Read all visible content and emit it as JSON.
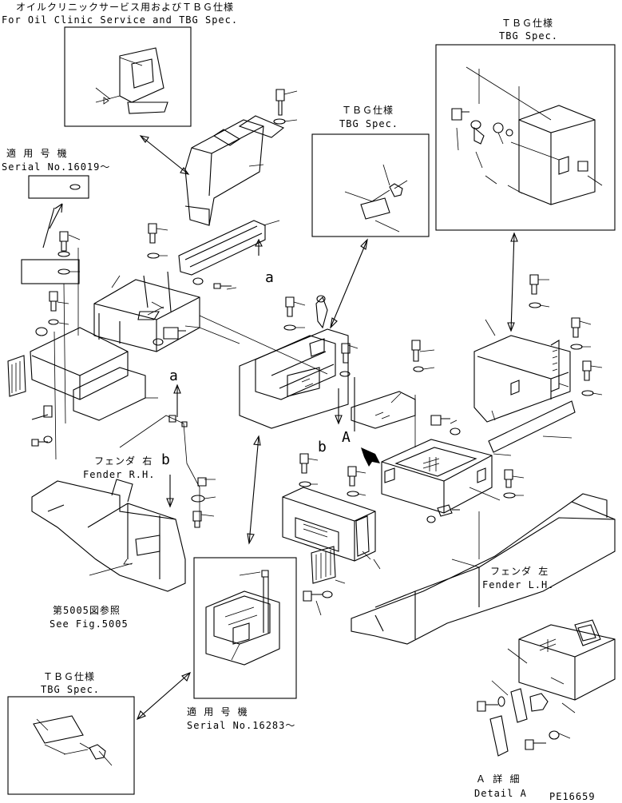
{
  "labels": {
    "oil_clinic_jp": "オイルクリニックサービス用およびＴＢＧ仕様",
    "oil_clinic_en": "For Oil Clinic Service and TBG Spec.",
    "tbg_jp": "ＴＢＧ仕様",
    "tbg_en": "TBG Spec.",
    "serial_jp": "適 用 号 機",
    "serial_16019": "Serial No.16019～",
    "serial_16283": "Serial No.16283～",
    "fender_rh_jp": "フェンダ 右",
    "fender_rh_en": "Fender R.H.",
    "fender_lh_jp": "フェンダ 左",
    "fender_lh_en": "Fender L.H.",
    "see_fig_jp": "第5005図参照",
    "see_fig_en": "See Fig.5005",
    "detail_jp": "Ａ 詳 細",
    "detail_en": "Detail A",
    "part_code": "PE16659",
    "ref_a": "a",
    "ref_b": "b",
    "ref_A": "A"
  }
}
